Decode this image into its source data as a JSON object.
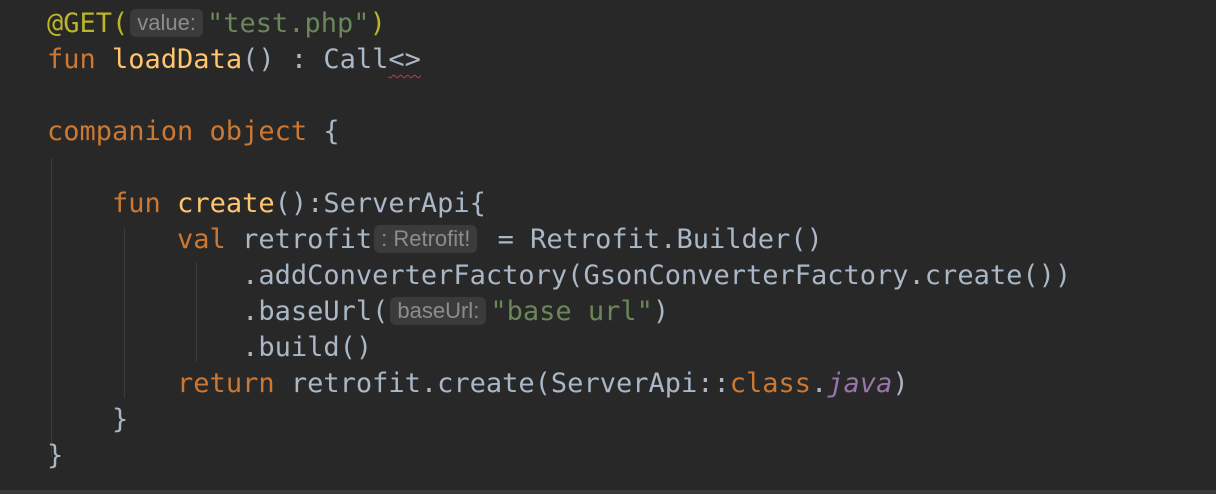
{
  "lines": {
    "l1": {
      "ann": "@GET(",
      "hint": "value:",
      "str": "\"test.php\"",
      "close": ")"
    },
    "l2": {
      "kw": "fun ",
      "fn": "loadData",
      "rest": "() : Call",
      "generic": "<>"
    },
    "l3": {},
    "l4": {
      "kw": "companion object ",
      "brace": "{"
    },
    "l5": {},
    "l6": {
      "kw": "fun ",
      "fn": "create",
      "rest": "():ServerApi{"
    },
    "l7": {
      "kw": "val ",
      "name": "retrofit",
      "hint": ": Retrofit!",
      "rest": " = Retrofit.Builder()"
    },
    "l8": {
      "rest": ".addConverterFactory(GsonConverterFactory.create())"
    },
    "l9": {
      "pre": ".baseUrl(",
      "hint": "baseUrl:",
      "str": "\"base url\"",
      "close": ")"
    },
    "l10": {
      "rest": ".build()"
    },
    "l11": {
      "kw": "return ",
      "pre": "retrofit.create(ServerApi::",
      "kw2": "class",
      "dot": ".",
      "it": "java",
      "close": ")"
    },
    "l12": {
      "brace": "}"
    },
    "l13": {
      "brace": "}"
    }
  }
}
